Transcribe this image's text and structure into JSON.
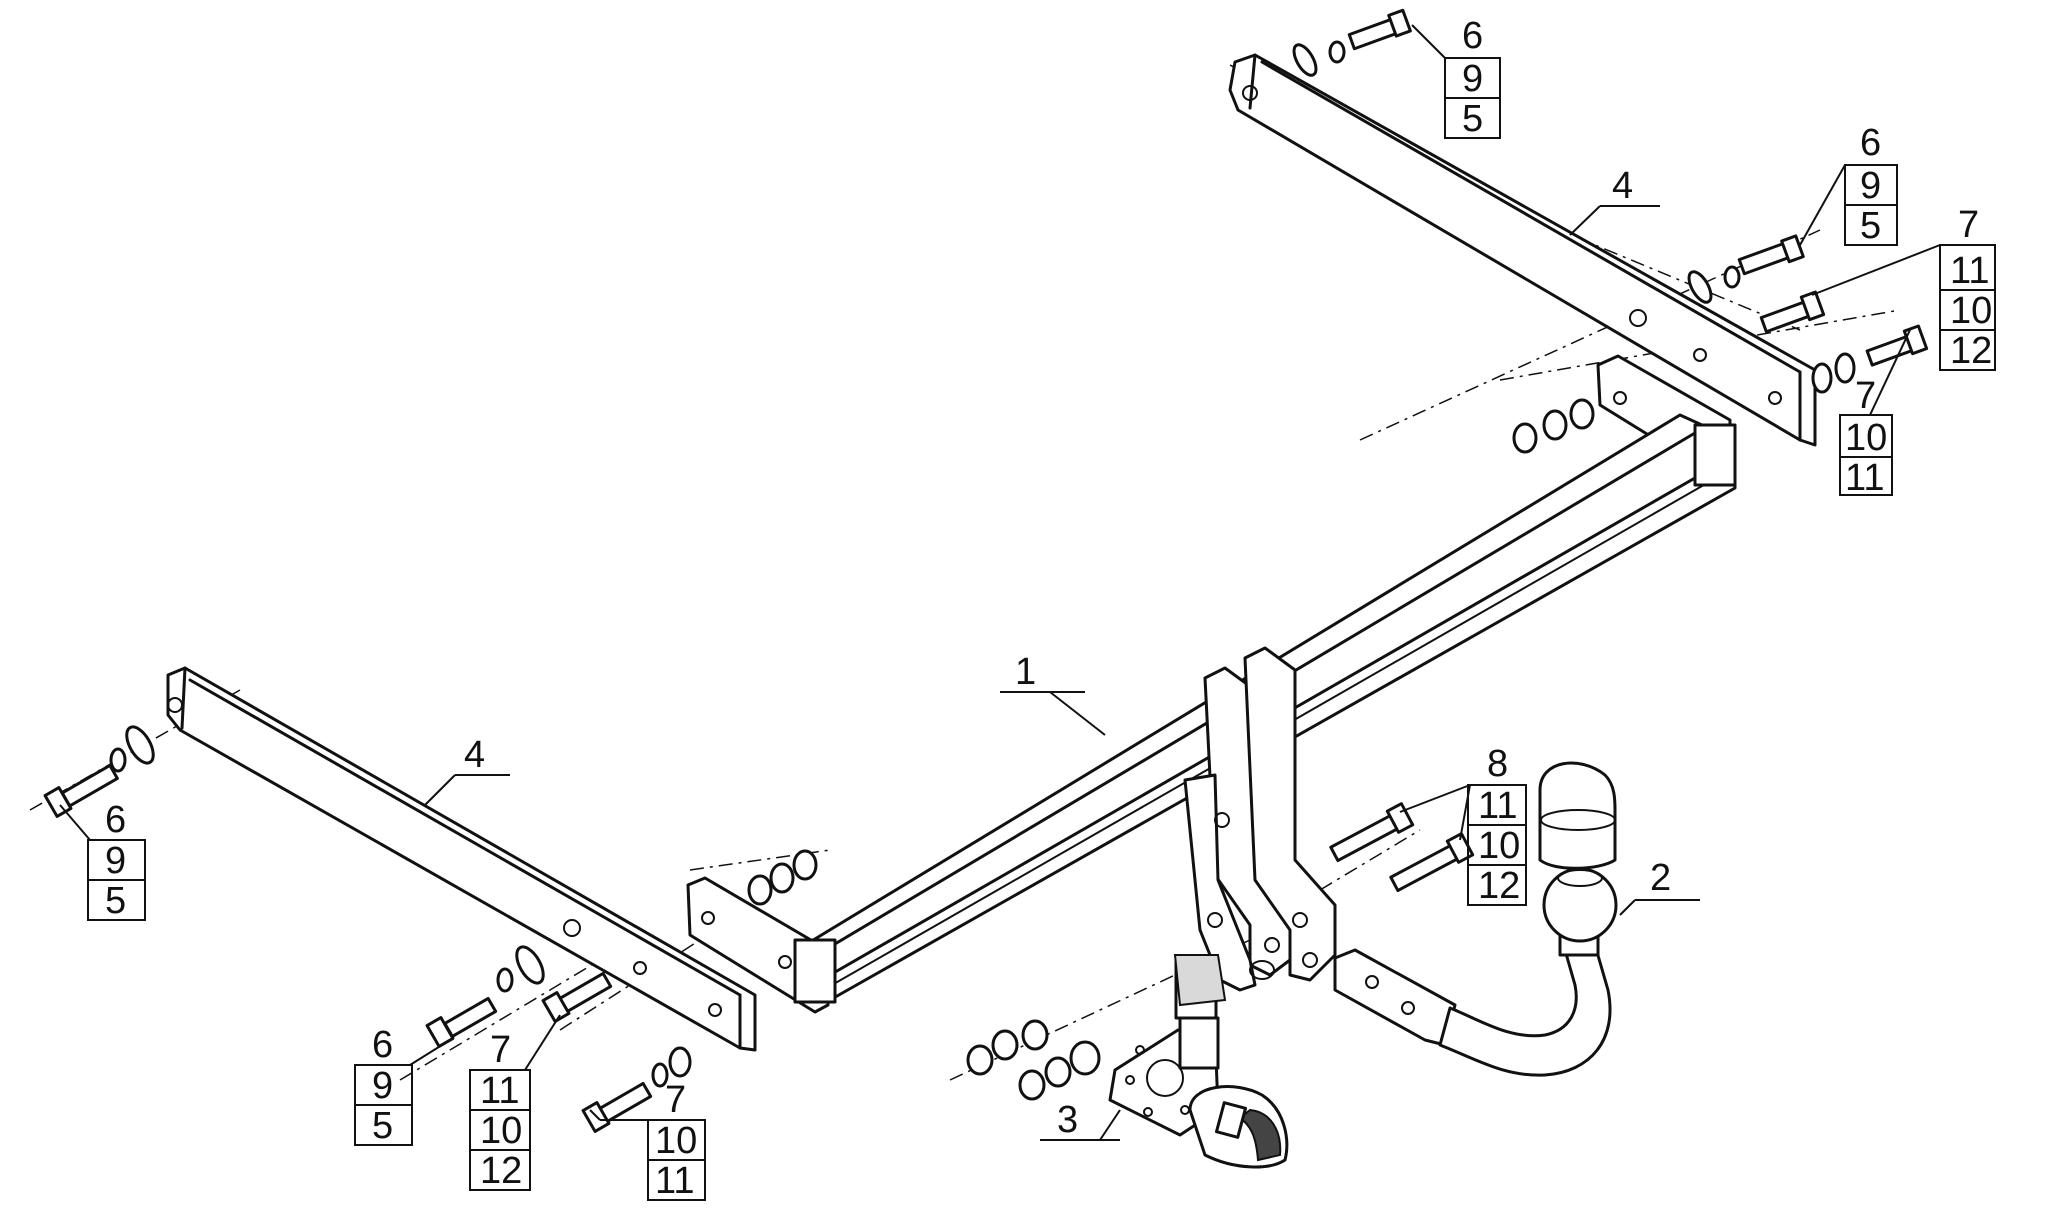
{
  "callouts": {
    "c1": {
      "label": "1"
    },
    "c2": {
      "label": "2"
    },
    "c3": {
      "label": "3"
    },
    "c4a": {
      "label": "4"
    },
    "c4b": {
      "label": "4"
    },
    "c8": {
      "label": "8",
      "table": [
        "11",
        "10",
        "12"
      ]
    },
    "s1": {
      "label": "6",
      "table": [
        "9",
        "5"
      ]
    },
    "s2": {
      "label": "6",
      "table": [
        "9",
        "5"
      ]
    },
    "s3": {
      "label": "7",
      "table": [
        "11",
        "10",
        "12"
      ]
    },
    "s4": {
      "label": "7",
      "table": [
        "10",
        "11"
      ]
    },
    "s5": {
      "label": "6",
      "table": [
        "9",
        "5"
      ]
    },
    "s6": {
      "label": "6",
      "table": [
        "9",
        "5"
      ]
    },
    "s7": {
      "label": "7",
      "table": [
        "11",
        "10",
        "12"
      ]
    },
    "s8": {
      "label": "7",
      "table": [
        "10",
        "11"
      ]
    }
  }
}
